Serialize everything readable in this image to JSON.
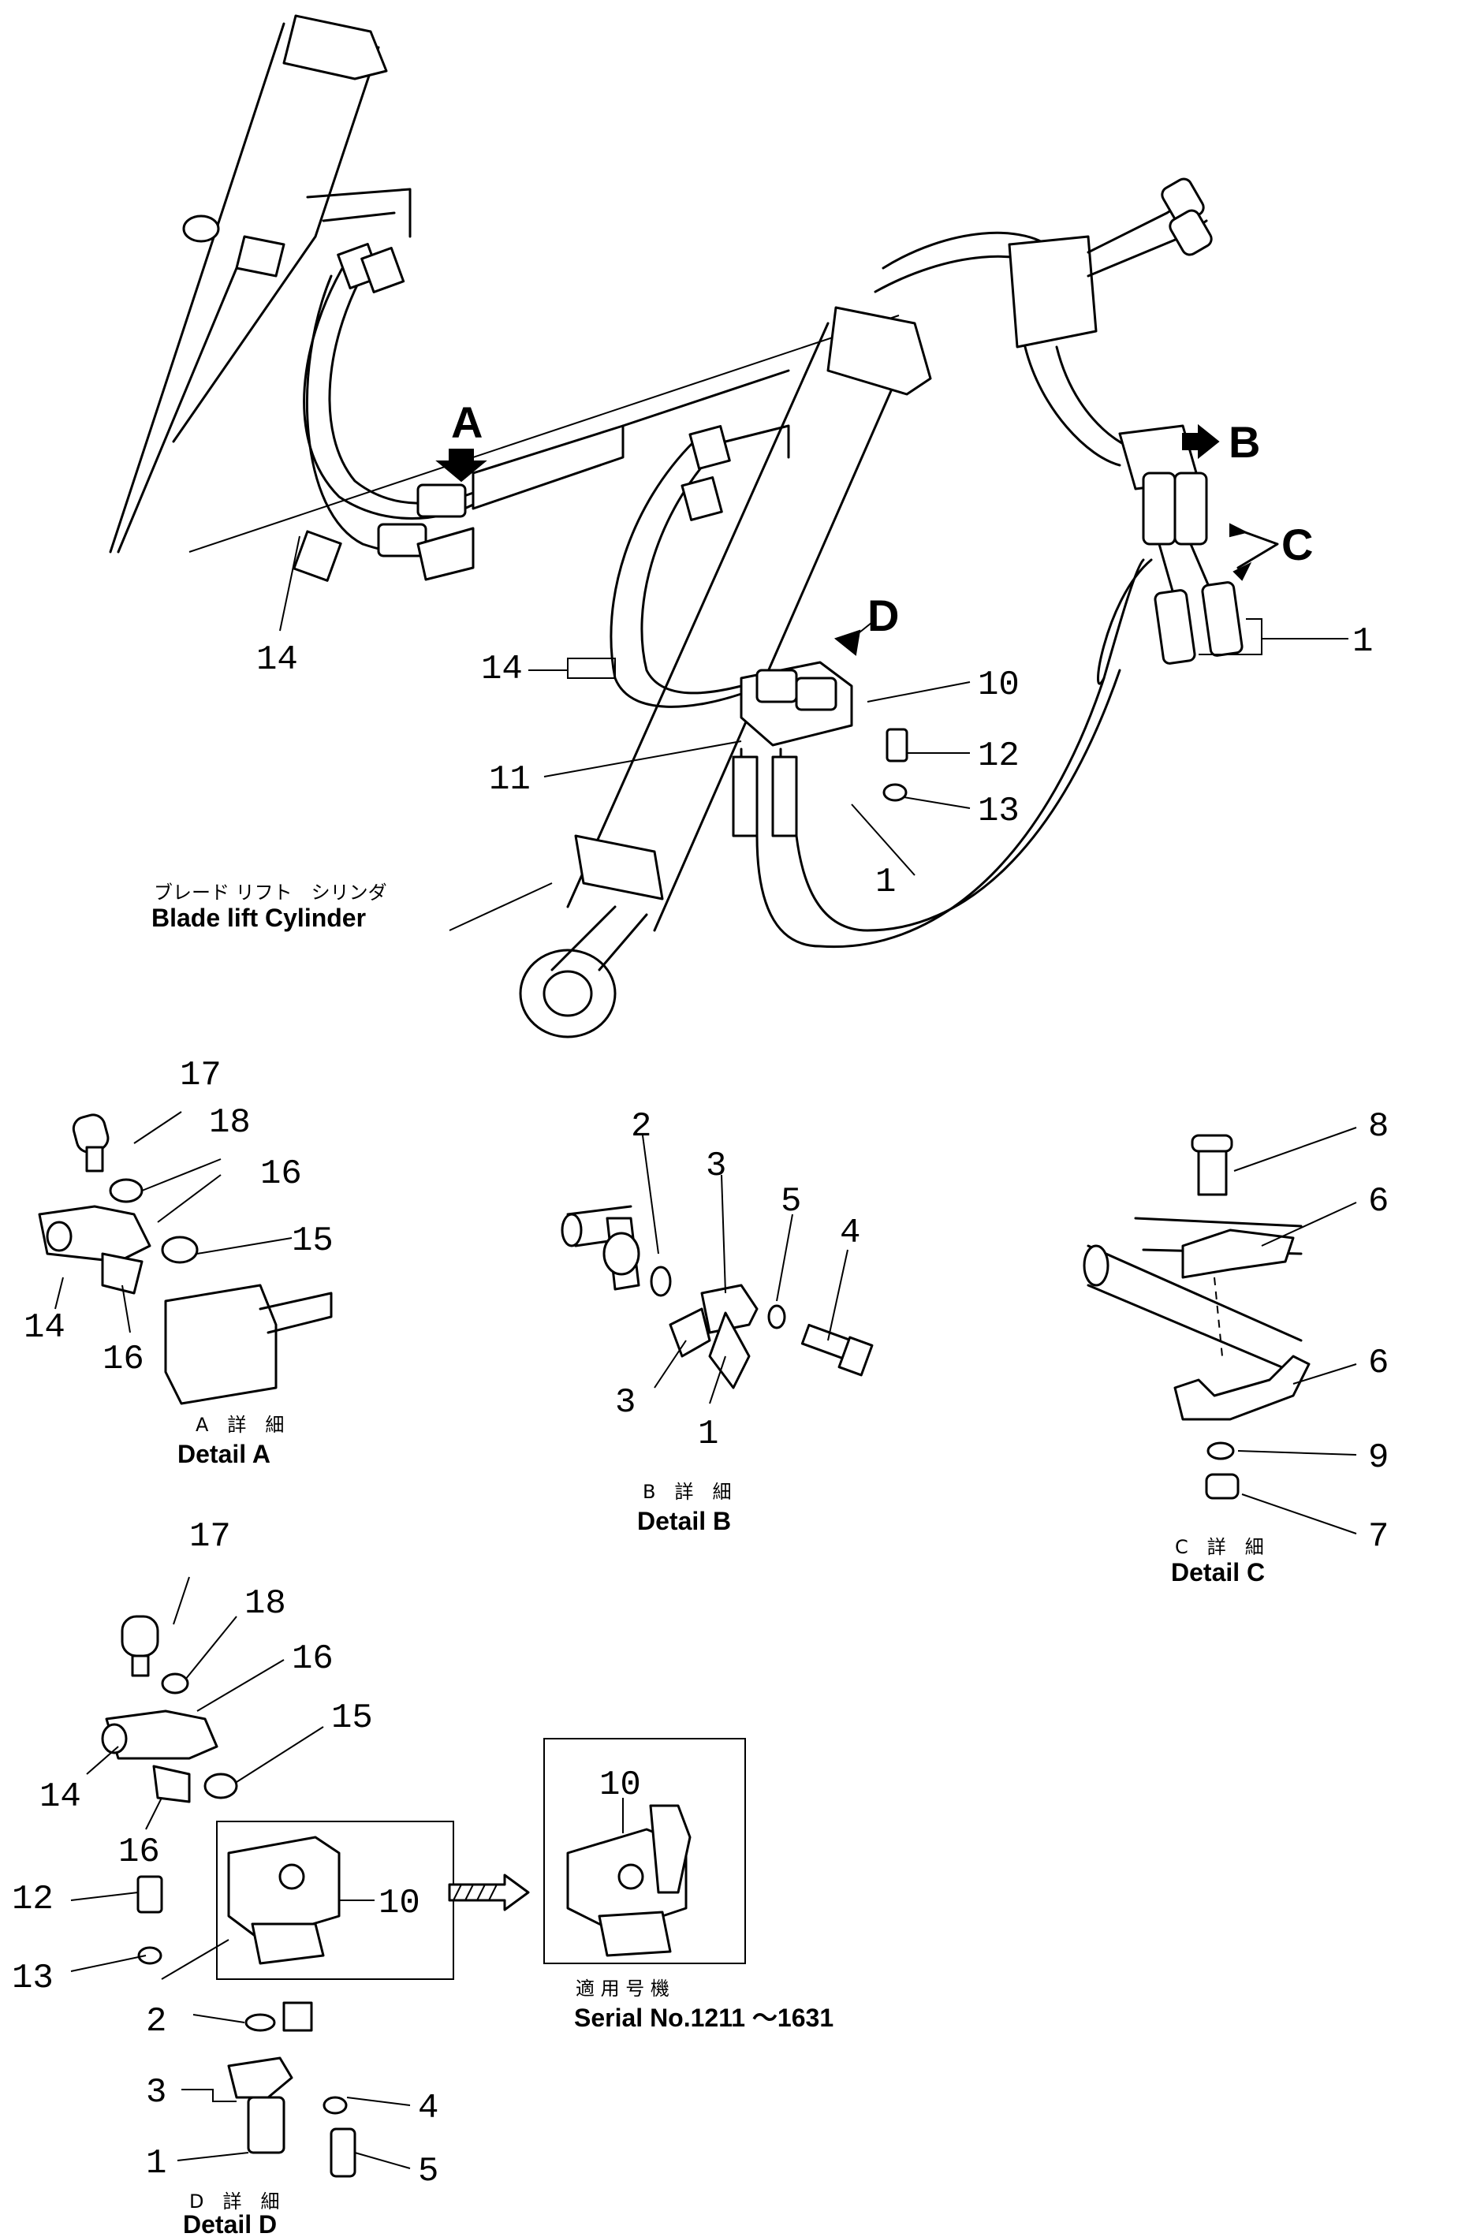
{
  "main_view": {
    "arrow_labels": {
      "a": "A",
      "b": "B",
      "c": "C",
      "d": "D"
    },
    "callouts": {
      "hose_left": "14",
      "hose_mid": "14",
      "block": "10",
      "bracket": "11",
      "bolt": "12",
      "washer": "13",
      "elbow_d": "1",
      "elbow_c": "1"
    },
    "cylinder_jp": "ブレード リフト　シリンダ",
    "cylinder_en": "Blade  lift   Cylinder"
  },
  "detail_a": {
    "labels": [
      "17",
      "18",
      "16",
      "15",
      "14",
      "16"
    ],
    "caption_jp": "A　詳　細",
    "caption_en": "Detail   A"
  },
  "detail_b": {
    "labels": [
      "2",
      "3",
      "5",
      "4",
      "3",
      "1"
    ],
    "caption_jp": "B　詳　細",
    "caption_en": "Detail   B"
  },
  "detail_c": {
    "labels": [
      "8",
      "6",
      "6",
      "9",
      "7"
    ],
    "caption_jp": "C　詳　細",
    "caption_en": "Detail   C"
  },
  "detail_d": {
    "labels": [
      "17",
      "18",
      "16",
      "15",
      "14",
      "16",
      "12",
      "10",
      "13",
      "2",
      "3",
      "4",
      "1",
      "5"
    ],
    "caption_jp": "D　詳　細",
    "caption_en": "Detail   D"
  },
  "serial_box": {
    "label": "10",
    "caption_jp": "適 用 号 機",
    "caption_en": "Serial  No.1211 ～1631"
  }
}
